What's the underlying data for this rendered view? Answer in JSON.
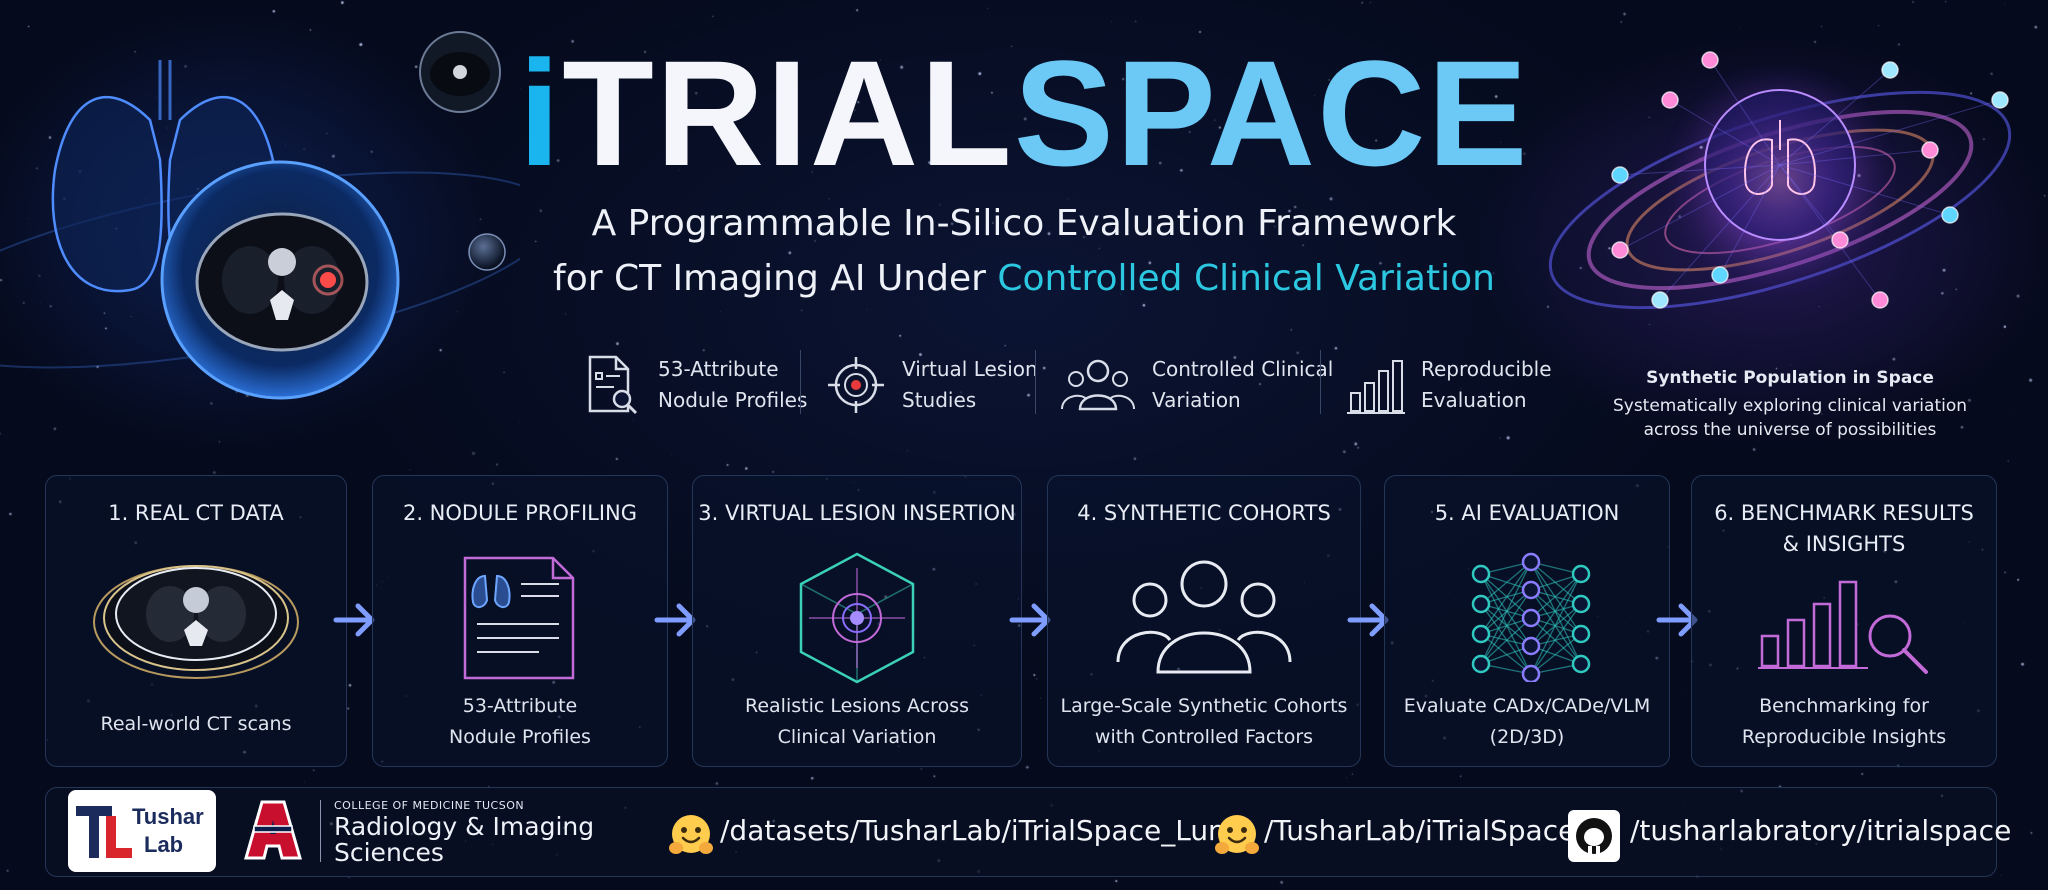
{
  "title": {
    "i": "i",
    "trial": "TRIAL",
    "space": "SPACE"
  },
  "subtitle": {
    "line1": "A Programmable In-Silico Evaluation Framework",
    "line2_prefix": "for CT Imaging AI Under ",
    "line2_highlight": "Controlled Clinical Variation"
  },
  "features": [
    {
      "icon": "document-search-icon",
      "line1": "53-Attribute",
      "line2": "Nodule Profiles"
    },
    {
      "icon": "crosshair-target-icon",
      "line1": "Virtual Lesion",
      "line2": "Studies"
    },
    {
      "icon": "people-group-icon",
      "line1": "Controlled Clinical",
      "line2": "Variation"
    },
    {
      "icon": "bar-chart-icon",
      "line1": "Reproducible",
      "line2": "Evaluation"
    }
  ],
  "galaxy_caption": {
    "title": "Synthetic Population in Space",
    "line1": "Systematically exploring clinical variation",
    "line2": "across the universe of possibilities"
  },
  "steps": [
    {
      "title1": "1. REAL CT DATA",
      "title2": "",
      "desc1": "Real-world CT scans",
      "desc2": "",
      "icon": "ct-scan-stack-icon"
    },
    {
      "title1": "2. NODULE PROFILING",
      "title2": "",
      "desc1": "53-Attribute",
      "desc2": "Nodule Profiles",
      "icon": "lung-document-icon"
    },
    {
      "title1": "3. VIRTUAL LESION INSERTION",
      "title2": "",
      "desc1": "Realistic Lesions Across",
      "desc2": "Clinical Variation",
      "icon": "lesion-cube-icon"
    },
    {
      "title1": "4. SYNTHETIC COHORTS",
      "title2": "",
      "desc1": "Large-Scale Synthetic Cohorts",
      "desc2": "with Controlled Factors",
      "icon": "people-group-icon"
    },
    {
      "title1": "5. AI EVALUATION",
      "title2": "",
      "desc1": "Evaluate CADx/CADe/VLM",
      "desc2": "(2D/3D)",
      "icon": "neural-network-icon"
    },
    {
      "title1": "6. BENCHMARK RESULTS",
      "title2": "& INSIGHTS",
      "desc1": "Benchmarking for",
      "desc2": "Reproducible Insights",
      "icon": "bar-chart-magnifier-icon"
    }
  ],
  "footer": {
    "lab_logo": {
      "letters": "TL",
      "line1": "Tushar",
      "line2": "Lab"
    },
    "university_logo": "A",
    "college": "COLLEGE OF MEDICINE TUCSON",
    "dept_line1": "Radiology & Imaging",
    "dept_line2": "Sciences",
    "dataset_link": "/datasets/TusharLab/iTrialSpace_Lung",
    "hf_link": "/TusharLab/iTrialSpace",
    "github_link": "/tusharlabratory/itrialspace"
  },
  "colors": {
    "background": "#050a1c",
    "title_i": "#1ab4ee",
    "title_space": "#6cc8f4",
    "highlight": "#2cc7e0",
    "arrow": "#7f9cff",
    "accent_purple": "#b35ad6"
  }
}
